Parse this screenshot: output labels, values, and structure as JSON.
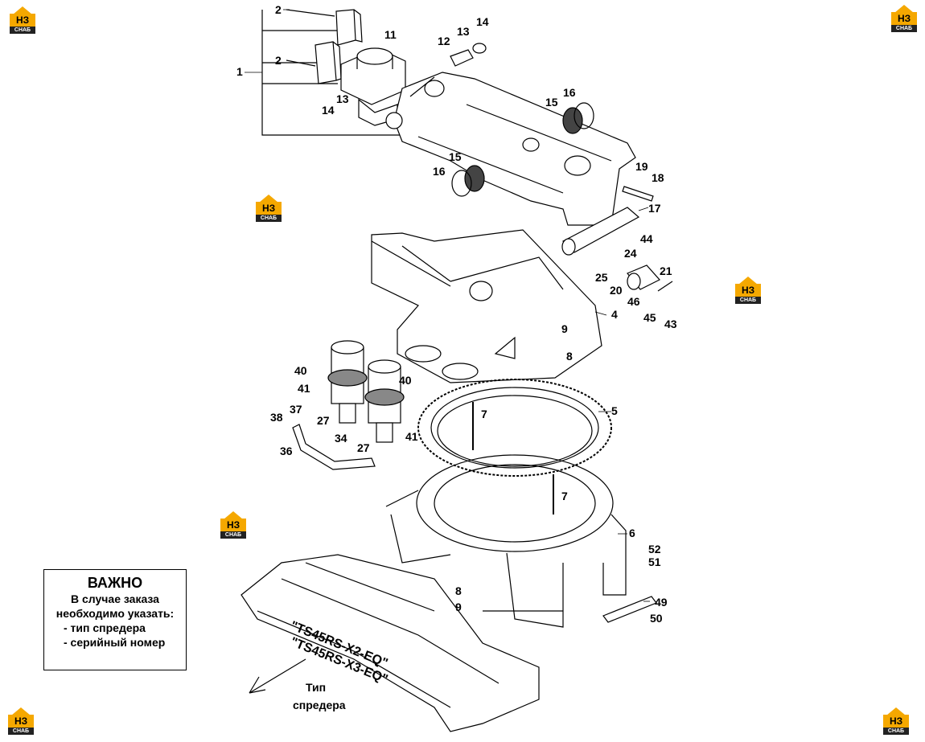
{
  "callouts": [
    {
      "id": "c2a",
      "text": "2"
    },
    {
      "id": "c11",
      "text": "11"
    },
    {
      "id": "c12",
      "text": "12"
    },
    {
      "id": "c13a",
      "text": "13"
    },
    {
      "id": "c14a",
      "text": "14"
    },
    {
      "id": "c2b",
      "text": "2"
    },
    {
      "id": "c1",
      "text": "1"
    },
    {
      "id": "c13b",
      "text": "13"
    },
    {
      "id": "c14b",
      "text": "14"
    },
    {
      "id": "c15a",
      "text": "15"
    },
    {
      "id": "c16a",
      "text": "16"
    },
    {
      "id": "c15b",
      "text": "15"
    },
    {
      "id": "c16b",
      "text": "16"
    },
    {
      "id": "c19",
      "text": "19"
    },
    {
      "id": "c18",
      "text": "18"
    },
    {
      "id": "c17",
      "text": "17"
    },
    {
      "id": "c44",
      "text": "44"
    },
    {
      "id": "c24",
      "text": "24"
    },
    {
      "id": "c21",
      "text": "21"
    },
    {
      "id": "c25",
      "text": "25"
    },
    {
      "id": "c20",
      "text": "20"
    },
    {
      "id": "c46",
      "text": "46"
    },
    {
      "id": "c45",
      "text": "45"
    },
    {
      "id": "c43",
      "text": "43"
    },
    {
      "id": "c4",
      "text": "4"
    },
    {
      "id": "c9a",
      "text": "9"
    },
    {
      "id": "c8a",
      "text": "8"
    },
    {
      "id": "c40a",
      "text": "40"
    },
    {
      "id": "c41a",
      "text": "41"
    },
    {
      "id": "c40b",
      "text": "40"
    },
    {
      "id": "c5",
      "text": "5"
    },
    {
      "id": "c7a",
      "text": "7"
    },
    {
      "id": "c38",
      "text": "38"
    },
    {
      "id": "c37",
      "text": "37"
    },
    {
      "id": "c27a",
      "text": "27"
    },
    {
      "id": "c41b",
      "text": "41"
    },
    {
      "id": "c36",
      "text": "36"
    },
    {
      "id": "c34",
      "text": "34"
    },
    {
      "id": "c27b",
      "text": "27"
    },
    {
      "id": "c7b",
      "text": "7"
    },
    {
      "id": "c6",
      "text": "6"
    },
    {
      "id": "c52",
      "text": "52"
    },
    {
      "id": "c51",
      "text": "51"
    },
    {
      "id": "c8b",
      "text": "8"
    },
    {
      "id": "c9b",
      "text": "9"
    },
    {
      "id": "c49",
      "text": "49"
    },
    {
      "id": "c50",
      "text": "50"
    }
  ],
  "note": {
    "title": "ВАЖНО",
    "line1": "В случае заказа",
    "line2": "необходимо указать:",
    "item1": "- тип спредера",
    "item2": "- серийный номер"
  },
  "models": {
    "model1": "\"TS45RS-X2-EQ\"",
    "model2": "\"TS45RS-X3-EQ\""
  },
  "spreader_label": {
    "line1": "Тип",
    "line2": "спредера"
  },
  "logo": {
    "mark": "НЗ",
    "word": "СНАБ",
    "color": "#f5a800"
  }
}
